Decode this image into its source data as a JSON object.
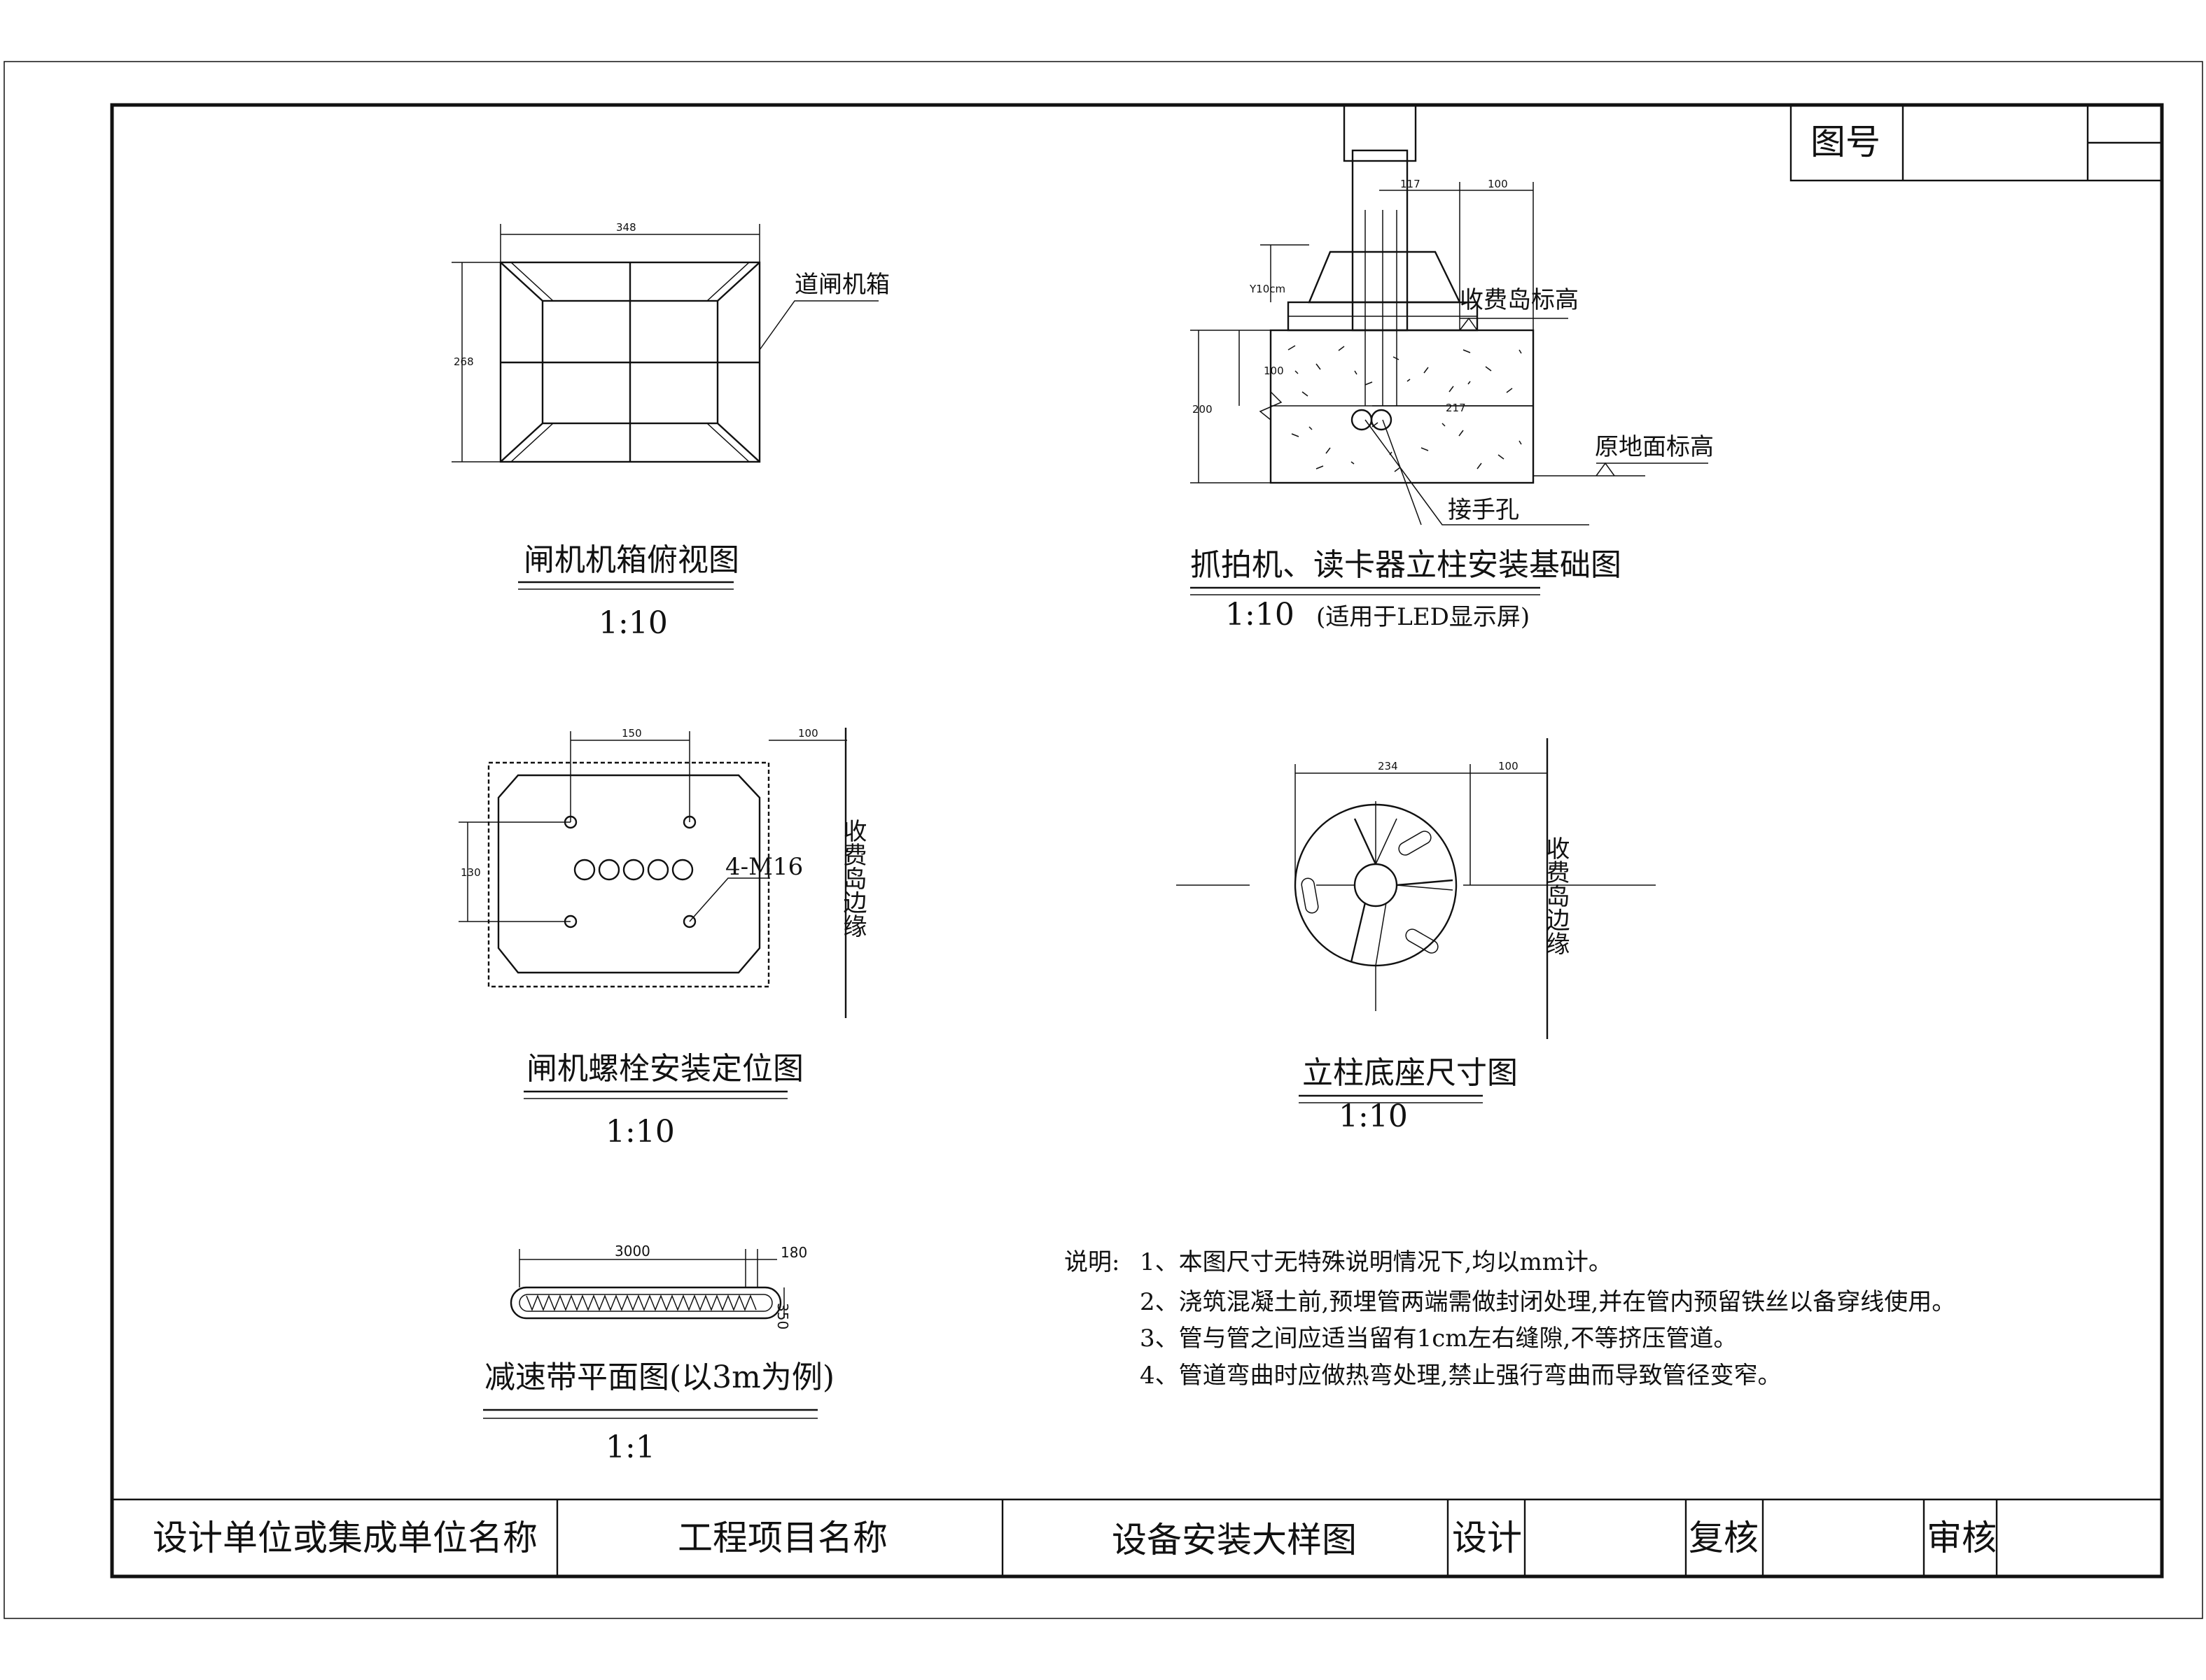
{
  "title_block": {
    "drawing_no_label": "图号",
    "design_unit": "设计单位或集成单位名称",
    "project_name": "工程项目名称",
    "drawing_name": "设备安装大样图",
    "design_label": "设计",
    "recheck_label": "复核",
    "audit_label": "审核"
  },
  "views": {
    "box_top": {
      "title": "闸机机箱俯视图",
      "scale": "1:10",
      "label_box": "道闸机箱",
      "dim_width": "348",
      "dim_height": "268"
    },
    "pillar_foundation": {
      "title": "抓拍机、读卡器立柱安装基础图",
      "scale": "1:10",
      "scale_note": "(适用于LED显示屏)",
      "label_island": "收费岛标高",
      "label_ground": "原地面标高",
      "label_handhole": "接手孔",
      "dim_117": "117",
      "dim_100_top": "100",
      "dim_y10cm": "Y10cm",
      "dim_100_left": "100",
      "dim_200": "200",
      "dim_217": "217"
    },
    "bolt_position": {
      "title": "闸机螺栓安装定位图",
      "scale": "1:10",
      "label_bolts": "4-M16",
      "label_edge": "收费岛边缘",
      "dim_150": "150",
      "dim_100": "100",
      "dim_130": "130"
    },
    "pillar_base": {
      "title": "立柱底座尺寸图",
      "scale": "1:10",
      "label_edge": "收费岛边缘",
      "dim_234": "234",
      "dim_100": "100"
    },
    "speed_bump": {
      "title": "减速带平面图(以3m为例)",
      "scale": "1:1",
      "dim_3000": "3000",
      "dim_180": "180",
      "dim_350": "350"
    }
  },
  "notes": {
    "prefix": "说明:",
    "items": [
      "1、本图尺寸无特殊说明情况下,均以mm计。",
      "2、浇筑混凝土前,预埋管两端需做封闭处理,并在管内预留铁丝以备穿线使用。",
      "3、管与管之间应适当留有1cm左右缝隙,不等挤压管道。",
      "4、管道弯曲时应做热弯处理,禁止强行弯曲而导致管径变窄。"
    ]
  }
}
